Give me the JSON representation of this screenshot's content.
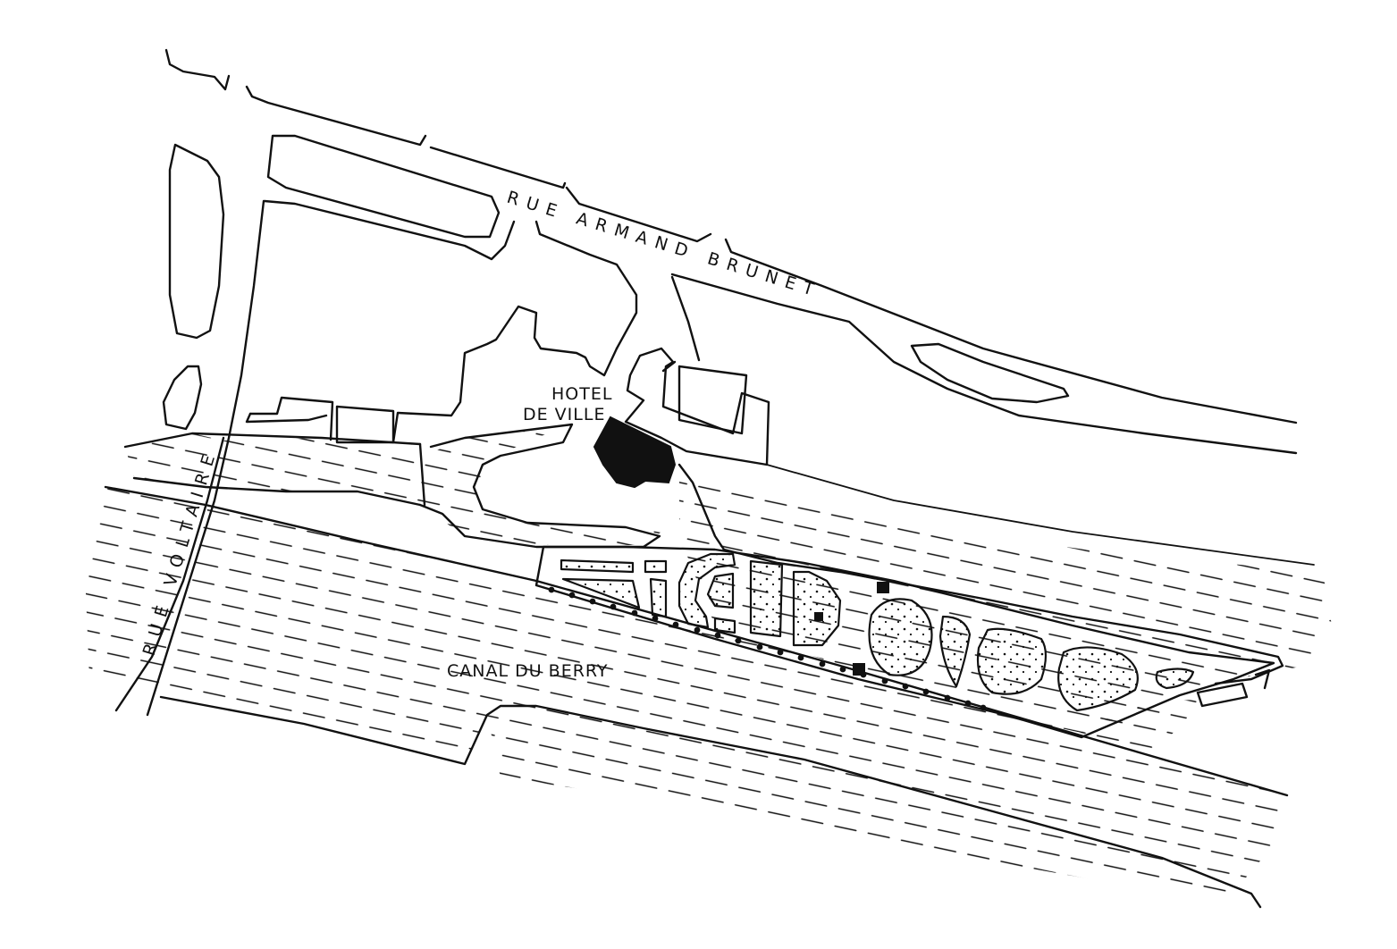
{
  "labels": {
    "hotel_de_ville_line1": "HOTEL",
    "hotel_de_ville_line2": "DE VILLE",
    "rue_armand_brunet": "RUE ARMAND BRUNET",
    "rue_voltaire": "RUE VOLTAIRE",
    "canal_du_berry": "CANAL DU BERRY"
  },
  "colors": {
    "ink": "#111111",
    "paper": "#ffffff"
  }
}
